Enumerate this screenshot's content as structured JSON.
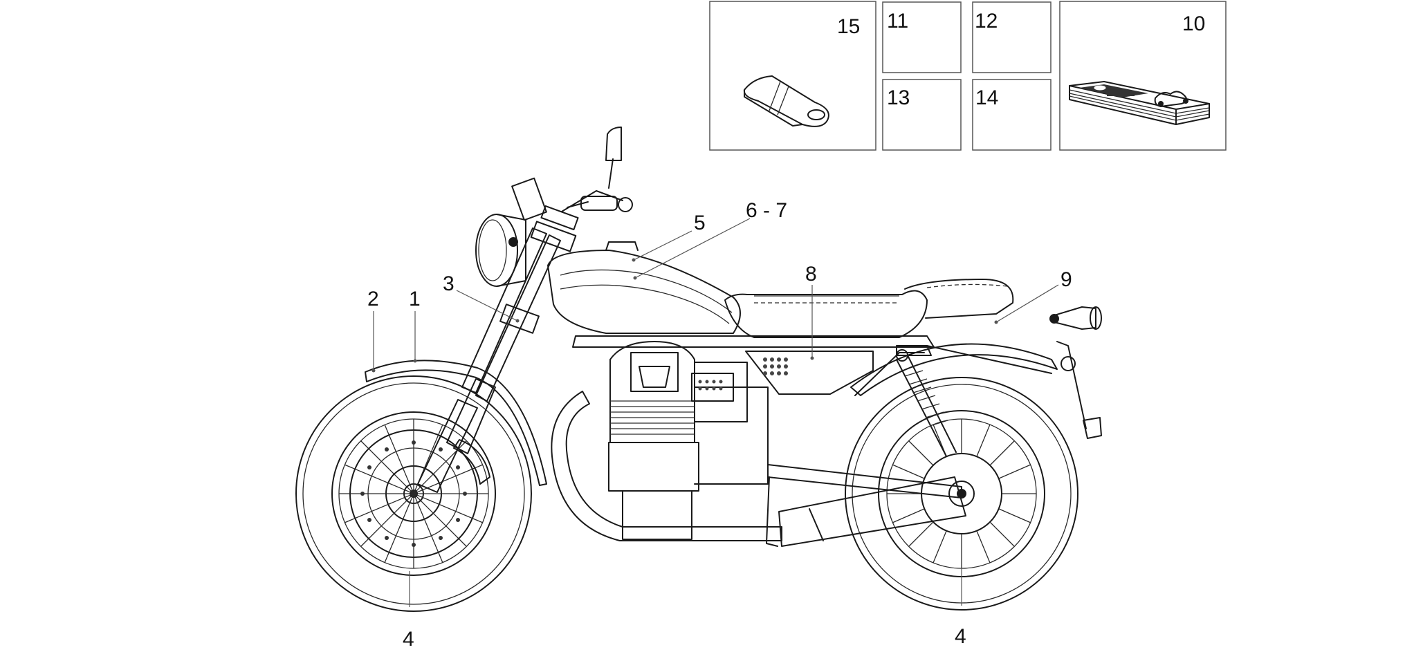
{
  "callouts": {
    "c1": "1",
    "c2": "2",
    "c3": "3",
    "c4_front": "4",
    "c4_rear": "4",
    "c5": "5",
    "c67": "6 - 7",
    "c8": "8",
    "c9": "9"
  },
  "inset_boxes": {
    "b15": "15",
    "b11": "11",
    "b12": "12",
    "b13": "13",
    "b14": "14",
    "b10": "10"
  },
  "colors": {
    "stroke": "#1a1a1a",
    "leader": "#555555",
    "background": "#ffffff"
  }
}
